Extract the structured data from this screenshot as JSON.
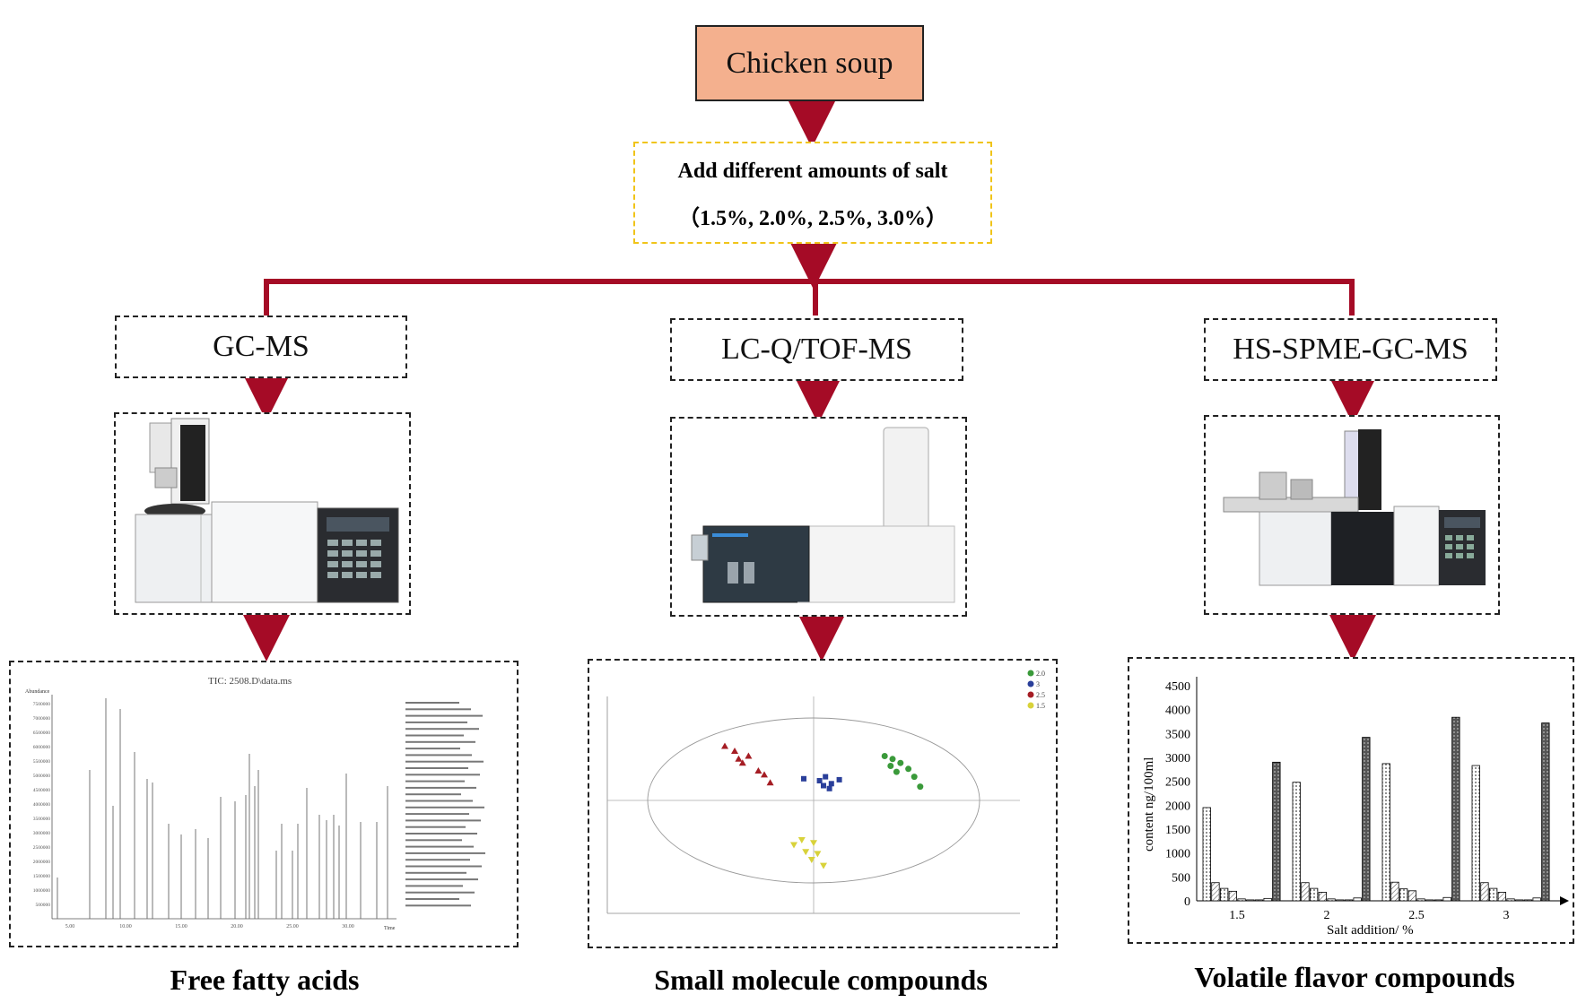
{
  "root": {
    "label": "Chicken soup",
    "fill": "#f4b08e",
    "border": "#222222"
  },
  "treatment": {
    "line1": "Add different amounts of salt",
    "line2": "（1.5%, 2.0%, 2.5%, 3.0%）",
    "border": "#f0c419"
  },
  "arrow_color": "#a50b26",
  "methods": [
    {
      "label": "GC-MS",
      "caption": "Free fatty acids"
    },
    {
      "label": "LC-Q/TOF-MS",
      "caption": "Small molecule compounds"
    },
    {
      "label": "HS-SPME-GC-MS",
      "caption": "Volatile flavor compounds"
    }
  ],
  "chromatogram": {
    "title": "TIC: 2508.D\\data.ms",
    "ylabel": "Abundance",
    "xlabel": "Time",
    "yticks": [
      "7500000",
      "7000000",
      "6500000",
      "6000000",
      "5500000",
      "5000000",
      "4500000",
      "4000000",
      "3500000",
      "3000000",
      "2500000",
      "2000000",
      "1500000",
      "1000000",
      "500000"
    ],
    "xticks": [
      "5.00",
      "10.00",
      "15.00",
      "20.00",
      "25.00",
      "30.00"
    ]
  },
  "score_plot": {
    "legend": [
      "2.0",
      "3",
      "2.5",
      "1.5"
    ],
    "colors": [
      "#3a9a3a",
      "#2a3f9a",
      "#a51d24",
      "#d8d23a"
    ],
    "clusters": [
      {
        "group": "2.5",
        "points": [
          [
            -4.5,
            5.5
          ],
          [
            -4.0,
            5.0
          ],
          [
            -3.8,
            4.2
          ],
          [
            -3.3,
            4.5
          ],
          [
            -3.6,
            3.8
          ],
          [
            -2.8,
            3.0
          ],
          [
            -2.5,
            2.6
          ],
          [
            -2.2,
            1.8
          ]
        ]
      },
      {
        "group": "3",
        "points": [
          [
            -0.5,
            2.2
          ],
          [
            0.3,
            2.0
          ],
          [
            0.6,
            2.4
          ],
          [
            0.9,
            1.7
          ],
          [
            1.3,
            2.1
          ],
          [
            0.5,
            1.5
          ],
          [
            0.8,
            1.2
          ]
        ]
      },
      {
        "group": "2.0",
        "points": [
          [
            3.6,
            4.5
          ],
          [
            4.0,
            4.2
          ],
          [
            3.9,
            3.5
          ],
          [
            4.4,
            3.8
          ],
          [
            4.2,
            2.9
          ],
          [
            4.8,
            3.2
          ],
          [
            5.1,
            2.4
          ],
          [
            5.4,
            1.4
          ]
        ]
      },
      {
        "group": "1.5",
        "points": [
          [
            -1.0,
            -4.5
          ],
          [
            -0.6,
            -4.0
          ],
          [
            0.0,
            -4.3
          ],
          [
            -0.4,
            -5.2
          ],
          [
            0.2,
            -5.4
          ],
          [
            -0.1,
            -6.0
          ],
          [
            0.5,
            -6.6
          ]
        ]
      }
    ]
  },
  "bar_chart": {
    "type": "bar",
    "categories": [
      "1.5",
      "2",
      "2.5",
      "3"
    ],
    "ylabel": "content ng/100ml",
    "xlabel": "Salt addition/ %",
    "ylim": [
      0,
      4500
    ],
    "yticks": [
      0,
      500,
      1000,
      1500,
      2000,
      2500,
      3000,
      3500,
      4000,
      4500
    ],
    "series": [
      {
        "values": [
          1950,
          2480,
          2870,
          2830
        ]
      },
      {
        "values": [
          380,
          380,
          390,
          380
        ]
      },
      {
        "values": [
          260,
          260,
          250,
          260
        ]
      },
      {
        "values": [
          200,
          180,
          210,
          180
        ]
      },
      {
        "values": [
          40,
          40,
          40,
          40
        ]
      },
      {
        "values": [
          20,
          20,
          20,
          20
        ]
      },
      {
        "values": [
          20,
          20,
          20,
          20
        ]
      },
      {
        "values": [
          50,
          60,
          70,
          60
        ]
      },
      {
        "values": [
          2900,
          3420,
          3840,
          3720
        ]
      }
    ]
  }
}
